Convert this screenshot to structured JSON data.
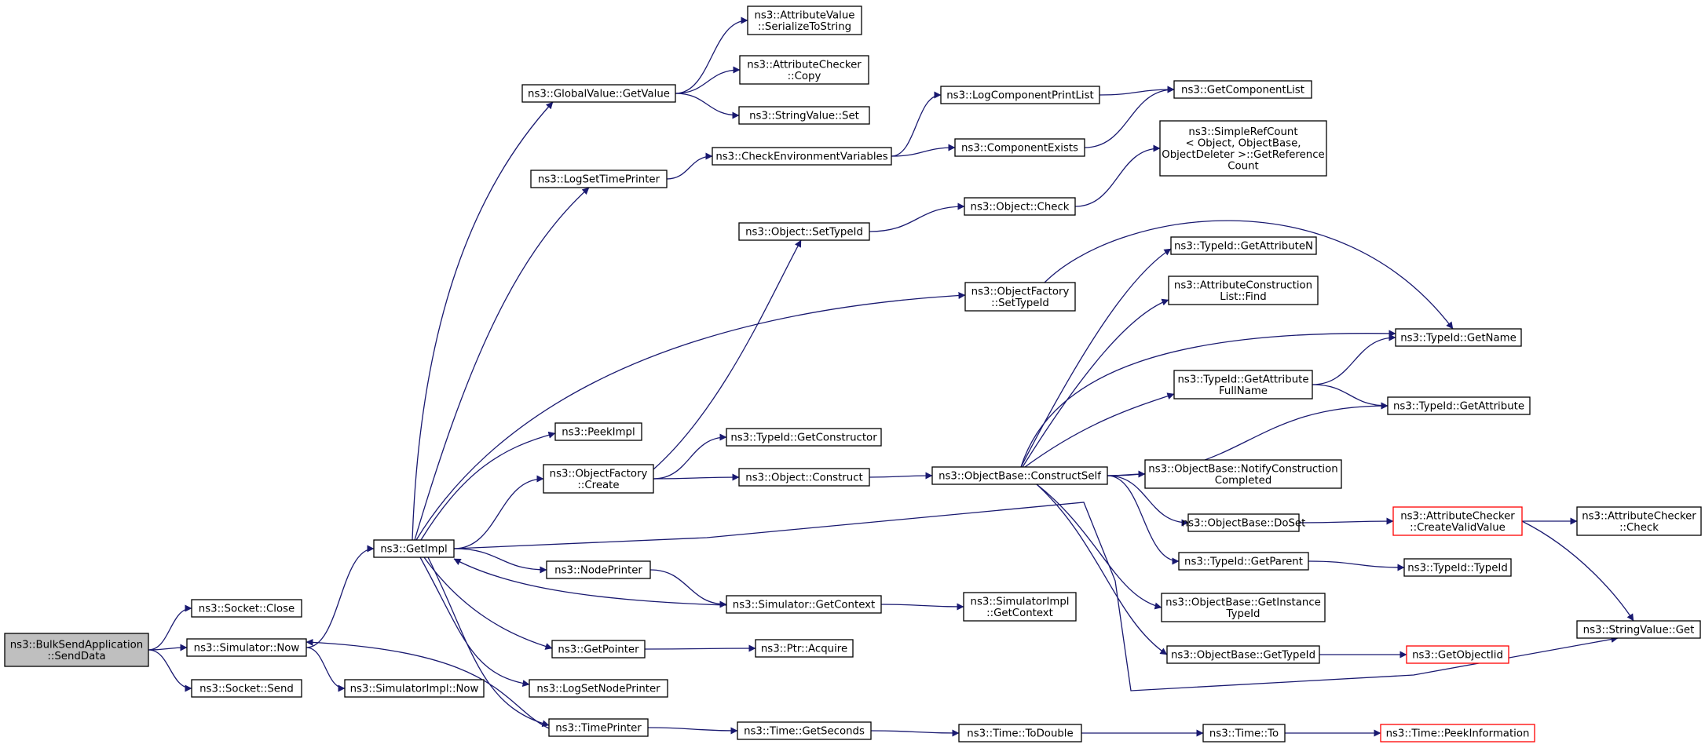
{
  "diagram": {
    "title": "",
    "edge_color": "#191970",
    "nodes": [
      {
        "id": "root",
        "lines": [
          "ns3::BulkSendApplication",
          "::SendData"
        ],
        "style": "root"
      },
      {
        "id": "sock_close",
        "lines": [
          "ns3::Socket::Close"
        ]
      },
      {
        "id": "sim_now",
        "lines": [
          "ns3::Simulator::Now"
        ]
      },
      {
        "id": "sock_send",
        "lines": [
          "ns3::Socket::Send"
        ]
      },
      {
        "id": "get_impl",
        "lines": [
          "ns3::GetImpl"
        ]
      },
      {
        "id": "simimpl_now",
        "lines": [
          "ns3::SimulatorImpl::Now"
        ]
      },
      {
        "id": "gv_getvalue",
        "lines": [
          "ns3::GlobalValue::GetValue"
        ]
      },
      {
        "id": "log_set_time",
        "lines": [
          "ns3::LogSetTimePrinter"
        ]
      },
      {
        "id": "peek_impl",
        "lines": [
          "ns3::PeekImpl"
        ]
      },
      {
        "id": "of_create",
        "lines": [
          "ns3::ObjectFactory",
          "::Create"
        ]
      },
      {
        "id": "node_printer",
        "lines": [
          "ns3::NodePrinter"
        ]
      },
      {
        "id": "get_pointer",
        "lines": [
          "ns3::GetPointer"
        ]
      },
      {
        "id": "log_set_node",
        "lines": [
          "ns3::LogSetNodePrinter"
        ]
      },
      {
        "id": "time_printer",
        "lines": [
          "ns3::TimePrinter"
        ]
      },
      {
        "id": "av_serialize",
        "lines": [
          "ns3::AttributeValue",
          "::SerializeToString"
        ]
      },
      {
        "id": "ac_copy",
        "lines": [
          "ns3::AttributeChecker",
          "::Copy"
        ]
      },
      {
        "id": "sv_set",
        "lines": [
          "ns3::StringValue::Set"
        ]
      },
      {
        "id": "check_env",
        "lines": [
          "ns3::CheckEnvironmentVariables"
        ]
      },
      {
        "id": "obj_settypeid",
        "lines": [
          "ns3::Object::SetTypeId"
        ]
      },
      {
        "id": "typeid_getctor",
        "lines": [
          "ns3::TypeId::GetConstructor"
        ]
      },
      {
        "id": "obj_construct",
        "lines": [
          "ns3::Object::Construct"
        ]
      },
      {
        "id": "sim_getcontext",
        "lines": [
          "ns3::Simulator::GetContext"
        ]
      },
      {
        "id": "ptr_acquire",
        "lines": [
          "ns3::Ptr::Acquire"
        ]
      },
      {
        "id": "time_getseconds",
        "lines": [
          "ns3::Time::GetSeconds"
        ]
      },
      {
        "id": "log_comp_print",
        "lines": [
          "ns3::LogComponentPrintList"
        ]
      },
      {
        "id": "comp_exists",
        "lines": [
          "ns3::ComponentExists"
        ]
      },
      {
        "id": "obj_check",
        "lines": [
          "ns3::Object::Check"
        ]
      },
      {
        "id": "of_settypeid",
        "lines": [
          "ns3::ObjectFactory",
          "::SetTypeId"
        ]
      },
      {
        "id": "ob_constructself",
        "lines": [
          "ns3::ObjectBase::ConstructSelf"
        ]
      },
      {
        "id": "simimpl_getcontext",
        "lines": [
          "ns3::SimulatorImpl",
          "::GetContext"
        ]
      },
      {
        "id": "time_todouble",
        "lines": [
          "ns3::Time::ToDouble"
        ]
      },
      {
        "id": "get_comp_list",
        "lines": [
          "ns3::GetComponentList"
        ]
      },
      {
        "id": "src_getref",
        "lines": [
          "ns3::SimpleRefCount",
          "< Object, ObjectBase,",
          "ObjectDeleter >::GetReference",
          "Count"
        ]
      },
      {
        "id": "tid_getattrn",
        "lines": [
          "ns3::TypeId::GetAttributeN"
        ]
      },
      {
        "id": "acl_find",
        "lines": [
          "ns3::AttributeConstruction",
          "List::Find"
        ]
      },
      {
        "id": "tid_getattrfull",
        "lines": [
          "ns3::TypeId::GetAttribute",
          "FullName"
        ]
      },
      {
        "id": "ob_notify",
        "lines": [
          "ns3::ObjectBase::NotifyConstruction",
          "Completed"
        ]
      },
      {
        "id": "ob_doset",
        "lines": [
          "ns3::ObjectBase::DoSet"
        ]
      },
      {
        "id": "tid_getparent",
        "lines": [
          "ns3::TypeId::GetParent"
        ]
      },
      {
        "id": "ob_getinst",
        "lines": [
          "ns3::ObjectBase::GetInstance",
          "TypeId"
        ]
      },
      {
        "id": "ob_gettypeid",
        "lines": [
          "ns3::ObjectBase::GetTypeId"
        ]
      },
      {
        "id": "time_to",
        "lines": [
          "ns3::Time::To"
        ]
      },
      {
        "id": "tid_getname",
        "lines": [
          "ns3::TypeId::GetName"
        ]
      },
      {
        "id": "tid_getattr",
        "lines": [
          "ns3::TypeId::GetAttribute"
        ]
      },
      {
        "id": "ac_createvalid",
        "lines": [
          "ns3::AttributeChecker",
          "::CreateValidValue"
        ],
        "style": "trunc"
      },
      {
        "id": "tid_typeid",
        "lines": [
          "ns3::TypeId::TypeId"
        ]
      },
      {
        "id": "get_objectiid",
        "lines": [
          "ns3::GetObjectIid"
        ],
        "style": "trunc"
      },
      {
        "id": "time_peekinfo",
        "lines": [
          "ns3::Time::PeekInformation"
        ],
        "style": "trunc"
      },
      {
        "id": "ac_check",
        "lines": [
          "ns3::AttributeChecker",
          "::Check"
        ]
      },
      {
        "id": "sv_get",
        "lines": [
          "ns3::StringValue::Get"
        ]
      }
    ],
    "edges": [
      [
        "root",
        "sock_close"
      ],
      [
        "root",
        "sim_now"
      ],
      [
        "root",
        "sock_send"
      ],
      [
        "sim_now",
        "get_impl"
      ],
      [
        "sim_now",
        "simimpl_now"
      ],
      [
        "get_impl",
        "gv_getvalue"
      ],
      [
        "get_impl",
        "log_set_time"
      ],
      [
        "get_impl",
        "of_settypeid"
      ],
      [
        "get_impl",
        "peek_impl"
      ],
      [
        "get_impl",
        "of_create"
      ],
      [
        "get_impl",
        "node_printer"
      ],
      [
        "get_impl",
        "get_pointer"
      ],
      [
        "get_impl",
        "log_set_node"
      ],
      [
        "get_impl",
        "time_printer"
      ],
      [
        "get_impl",
        "sv_get"
      ],
      [
        "gv_getvalue",
        "av_serialize"
      ],
      [
        "gv_getvalue",
        "ac_copy"
      ],
      [
        "gv_getvalue",
        "sv_set"
      ],
      [
        "log_set_time",
        "check_env"
      ],
      [
        "check_env",
        "log_comp_print"
      ],
      [
        "check_env",
        "comp_exists"
      ],
      [
        "log_comp_print",
        "get_comp_list"
      ],
      [
        "comp_exists",
        "get_comp_list"
      ],
      [
        "of_create",
        "obj_settypeid"
      ],
      [
        "of_create",
        "typeid_getctor"
      ],
      [
        "of_create",
        "obj_construct"
      ],
      [
        "obj_settypeid",
        "obj_check"
      ],
      [
        "obj_check",
        "src_getref"
      ],
      [
        "of_settypeid",
        "tid_getname"
      ],
      [
        "obj_construct",
        "ob_constructself"
      ],
      [
        "ob_constructself",
        "tid_getattrn"
      ],
      [
        "ob_constructself",
        "acl_find"
      ],
      [
        "ob_constructself",
        "tid_getname"
      ],
      [
        "ob_constructself",
        "tid_getattrfull"
      ],
      [
        "ob_constructself",
        "tid_getattr"
      ],
      [
        "ob_constructself",
        "ob_notify"
      ],
      [
        "ob_constructself",
        "ob_doset"
      ],
      [
        "ob_constructself",
        "tid_getparent"
      ],
      [
        "ob_constructself",
        "ob_getinst"
      ],
      [
        "ob_constructself",
        "ob_gettypeid"
      ],
      [
        "tid_getattrfull",
        "tid_getname"
      ],
      [
        "tid_getattrfull",
        "tid_getattr"
      ],
      [
        "ob_doset",
        "ac_createvalid"
      ],
      [
        "ac_createvalid",
        "ac_check"
      ],
      [
        "ac_createvalid",
        "sv_get"
      ],
      [
        "tid_getparent",
        "tid_typeid"
      ],
      [
        "ob_gettypeid",
        "get_objectiid"
      ],
      [
        "node_printer",
        "sim_getcontext"
      ],
      [
        "sim_getcontext",
        "get_impl"
      ],
      [
        "sim_getcontext",
        "simimpl_getcontext"
      ],
      [
        "get_pointer",
        "ptr_acquire"
      ],
      [
        "time_printer",
        "sim_now"
      ],
      [
        "time_printer",
        "time_getseconds"
      ],
      [
        "time_getseconds",
        "time_todouble"
      ],
      [
        "time_todouble",
        "time_to"
      ],
      [
        "time_to",
        "time_peekinfo"
      ]
    ]
  }
}
